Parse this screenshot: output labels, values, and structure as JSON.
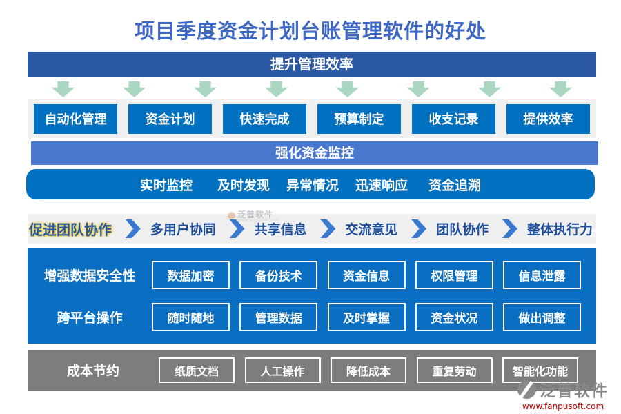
{
  "page": {
    "title": "项目季度资金计划台账管理软件的好处"
  },
  "efficiency": {
    "banner": "提升管理效率",
    "arrow_count": 8,
    "buttons": [
      "自动化管理",
      "资金计划",
      "快速完成",
      "预算制定",
      "收支记录",
      "提供效率"
    ]
  },
  "monitoring": {
    "banner": "强化资金监控",
    "items": [
      "实时监控",
      "及时发现",
      "异常情况",
      "迅速响应",
      "资金追溯"
    ]
  },
  "collaboration": {
    "lead": "促进团队协作",
    "steps": [
      "多用户协同",
      "共享信息",
      "交流意见",
      "团队协作",
      "整体执行力"
    ]
  },
  "capability_rows": [
    {
      "label": "增强数据安全性",
      "items": [
        "数据加密",
        "备份技术",
        "资金信息",
        "权限管理",
        "信息泄露"
      ]
    },
    {
      "label": "跨平台操作",
      "items": [
        "随时随地",
        "管理数据",
        "及时掌握",
        "资金状况",
        "做出调整"
      ]
    }
  ],
  "cost": {
    "label": "成本节约",
    "items": [
      "纸质文档",
      "人工操作",
      "降低成本",
      "重复劳动",
      "智能化功能"
    ]
  },
  "brand": {
    "name": "泛普软件",
    "url": "www.fanpusoft.com"
  },
  "watermark": {
    "name": "泛普软件",
    "url": "www.fanpusoft.com"
  },
  "colors": {
    "title_blue": "#3E68C3",
    "banner_dark_blue": "#2B59A5",
    "banner_medium_blue": "#4A77CE",
    "primary_blue": "#0070C0",
    "section_blue": "#0A6FC2",
    "arrow_green": "#ABD7C1",
    "strip_gray": "#EFEFEF",
    "section_gray": "#7D7D7D",
    "flow_text_blue": "#1D4E9B",
    "lead_glow_gold": "#F2CE4B",
    "brand_gray": "#8A8A8A",
    "brand_red": "#C00000"
  }
}
